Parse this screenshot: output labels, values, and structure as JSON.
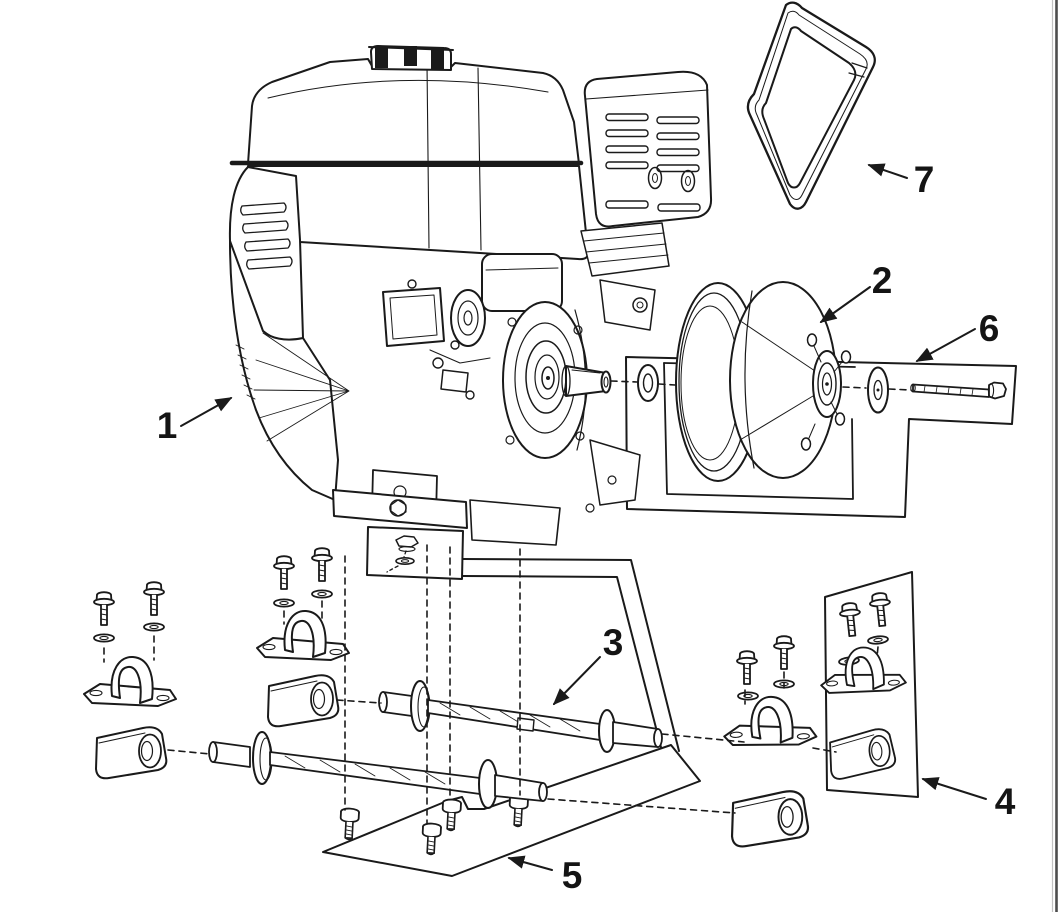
{
  "figure": {
    "kind": "exploded-parts-diagram",
    "background_color": "#ffffff",
    "ink_color": "#1a1a1a",
    "right_border_color": "#4d4d4d"
  },
  "callouts": [
    {
      "label": "1"
    },
    {
      "label": "2"
    },
    {
      "label": "3"
    },
    {
      "label": "4"
    },
    {
      "label": "5"
    },
    {
      "label": "6"
    },
    {
      "label": "7"
    }
  ]
}
